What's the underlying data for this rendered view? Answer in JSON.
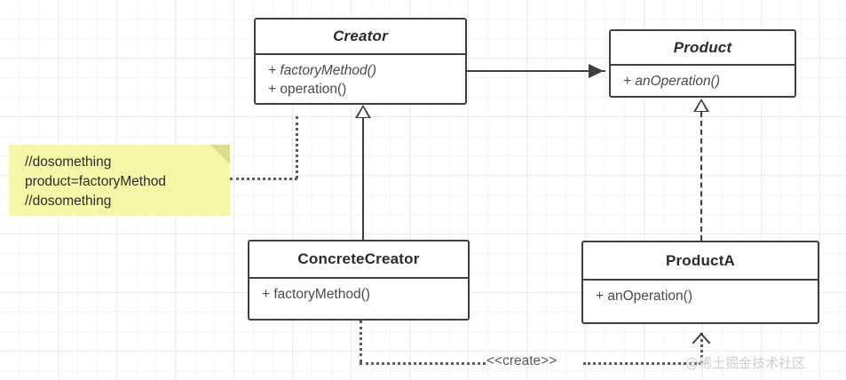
{
  "diagram": {
    "title": "Factory Method UML class diagram",
    "background_color": "#ffffff",
    "grid_color": "#ececec",
    "stroke_color": "#3f3f3f",
    "note_color": "#f7f7a8"
  },
  "classes": {
    "creator": {
      "name": "Creator",
      "members": [
        "+ factoryMethod()",
        "+ operation()"
      ]
    },
    "product": {
      "name": "Product",
      "members": [
        "+ anOperation()"
      ]
    },
    "concrete_creator": {
      "name": "ConcreteCreator",
      "members": [
        "+ factoryMethod()"
      ]
    },
    "product_a": {
      "name": "ProductA",
      "members": [
        "+ anOperation()"
      ]
    }
  },
  "note": {
    "lines": [
      "//dosomething",
      "product=factoryMethod",
      "//dosomething"
    ]
  },
  "edges": {
    "create_label": "<<create>>"
  },
  "watermark": {
    "text": "@稀土掘金技术社区"
  }
}
